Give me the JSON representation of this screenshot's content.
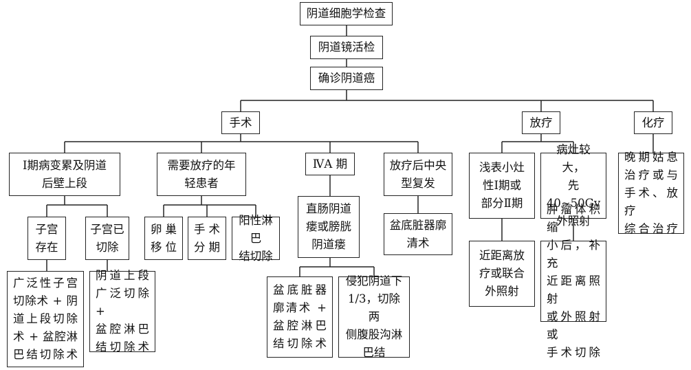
{
  "flowchart": {
    "n_cytology": "阴道细胞学检查",
    "n_colposcopy": "阴道镜活检",
    "n_diagnosis": "确诊阴道癌",
    "n_surgery": "手术",
    "n_radio": "放疗",
    "n_chemo": "化疗",
    "n_stage1": "Ⅰ期病变累及阴道\n后壁上段",
    "n_young": "需要放疗的年\n轻患者",
    "n_iva": "ⅣA 期",
    "n_recur": "放疗后中央\n型复发",
    "n_uterus_present": "子宫\n存在",
    "n_uterus_removed": "子宫已\n切除",
    "n_ovary": "卵巢\n移位",
    "n_staging": "手术\n分期",
    "n_node_resect": "阳性淋巴\n结切除",
    "n_fistula": "直肠阴道\n瘘或膀胱\n阴道瘘",
    "n_pelvic_ex": "盆底脏器廓\n清术",
    "n_radical_hyst": "广泛性子宫\n切除术 + 阴\n道上段切除\n术 + 盆腔淋\n巴结切除术",
    "n_upper_vag": "阴道上段\n广泛切除 +\n盆腔淋巴\n结切除术",
    "n_pelvic_ex_lymph": "盆底脏器\n廓清术 +\n盆腔淋巴\n结切除术",
    "n_invade": "侵犯阴道下\n1/3，切除两\n侧腹股沟淋\n巴结",
    "n_superficial": "浅表小灶\n性Ⅰ期或\n部分Ⅱ期",
    "n_large": "病灶较大，\n先 40~50Gy\n外照射",
    "n_brachy": "近距离放\n疗或联合\n外照射",
    "n_shrink": "肿瘤体积缩\n小后，补充\n近距离照射\n或外照射或\n手术切除",
    "n_late": "晚期姑息\n治疗或与\n手术、放疗\n综合治疗"
  }
}
